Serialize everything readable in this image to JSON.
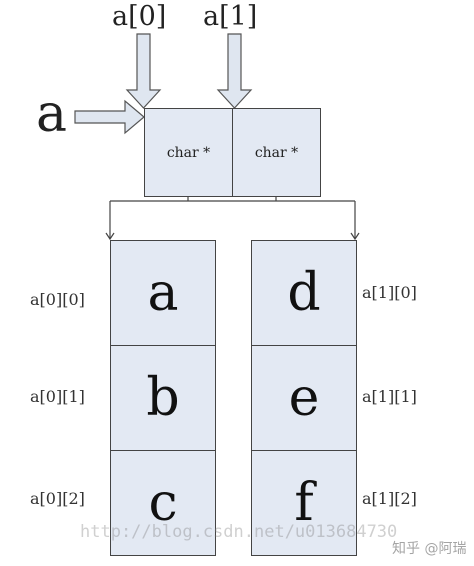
{
  "labels": {
    "a0": "a[0]",
    "a1": "a[1]",
    "a": "a"
  },
  "pointer_cells": [
    "char *",
    "char *"
  ],
  "array0": {
    "chars": [
      "a",
      "b",
      "c"
    ],
    "side_labels": [
      "a[0][0]",
      "a[0][1]",
      "a[0][2]"
    ]
  },
  "array1": {
    "chars": [
      "d",
      "e",
      "f"
    ],
    "side_labels": [
      "a[1][0]",
      "a[1][1]",
      "a[1][2]"
    ]
  },
  "watermark": "http://blog.csdn.net/u013684730",
  "zhihu_mark": "知乎 @阿瑞"
}
